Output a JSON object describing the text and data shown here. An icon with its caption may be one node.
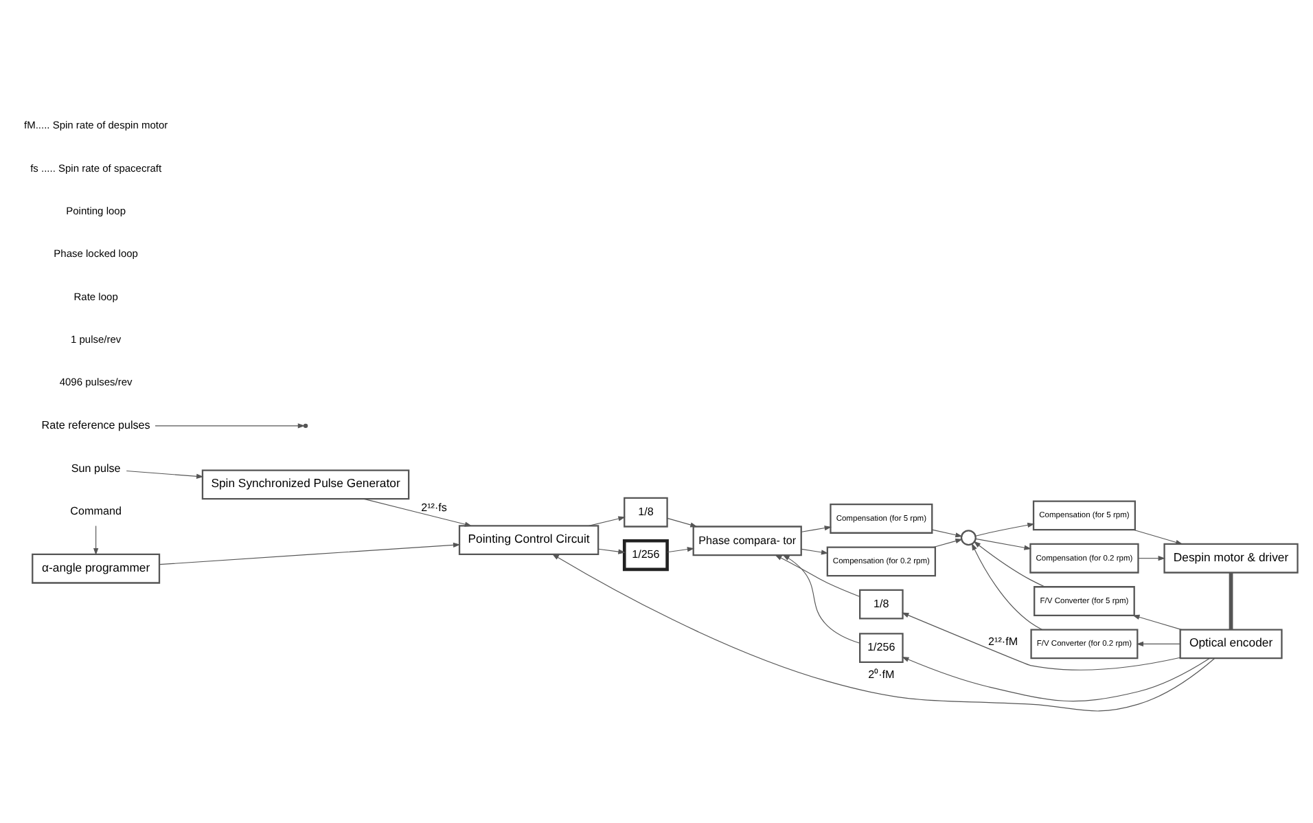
{
  "diagram": {
    "nodes": [
      {
        "text": [
          "Sun pulse"
        ]
      },
      {
        "text": [
          "Spin Synchronized Pulse Generator"
        ]
      },
      {
        "text": [
          "Pointing Control Circuit"
        ]
      },
      {
        "text": [
          "1/8"
        ]
      },
      {
        "text": [
          "1/256"
        ]
      },
      {
        "text": [
          "Phase compara- tor"
        ]
      },
      {
        "text": [
          "Compensation (for 5 rpm)"
        ]
      },
      {
        "text": [
          "Compensation (for 0.2 rpm)"
        ]
      },
      {
        "text": [],
        "shape": "circle"
      },
      {
        "text": [
          "Compensation (for 5 rpm)"
        ]
      },
      {
        "text": [
          "Compensation (for 0.2 rpm)"
        ]
      },
      {
        "text": [
          "Despin motor & driver"
        ]
      },
      {
        "text": [
          "Optical encoder"
        ]
      },
      {
        "text": [
          "F/V Converter (for 5 rpm)"
        ]
      },
      {
        "text": [
          "F/V Converter (for 0.2 rpm)"
        ]
      },
      {
        "text": [
          "1/8"
        ]
      },
      {
        "text": [
          "1/256"
        ]
      },
      {
        "text": [
          "α-angle programmer"
        ]
      },
      {
        "text": [
          "Command"
        ]
      },
      {
        "text": [
          "Rate reference pulses"
        ]
      }
    ],
    "edges": [
      {
        "from": 0,
        "to": 1,
        "arrow": "to"
      },
      {
        "from": 1,
        "to": 2,
        "arrow": "to",
        "label": "2¹²·fs"
      },
      {
        "from": 2,
        "to": 3,
        "arrow": "to"
      },
      {
        "from": 2,
        "to": 4,
        "arrow": "to"
      },
      {
        "from": 3,
        "to": 5,
        "arrow": "to"
      },
      {
        "from": 4,
        "to": 5,
        "arrow": "to"
      },
      {
        "from": 5,
        "to": 6,
        "arrow": "to"
      },
      {
        "from": 5,
        "to": 7,
        "arrow": "to"
      },
      {
        "from": 6,
        "to": 8,
        "arrow": "to"
      },
      {
        "from": 7,
        "to": 8,
        "arrow": "to"
      },
      {
        "from": 8,
        "to": 9,
        "arrow": "to"
      },
      {
        "from": 8,
        "to": 10,
        "arrow": "to"
      },
      {
        "from": 9,
        "to": 11,
        "arrow": "to"
      },
      {
        "from": 10,
        "to": 11,
        "arrow": "to"
      },
      {
        "from": 11,
        "to": 12,
        "arrow": "none",
        "style": "thick"
      },
      {
        "from": 12,
        "to": 13,
        "arrow": "to"
      },
      {
        "from": 12,
        "to": 14,
        "arrow": "to"
      },
      {
        "from": 13,
        "to": 8,
        "arrow": "to"
      },
      {
        "from": 14,
        "to": 8,
        "arrow": "to"
      },
      {
        "from": 12,
        "to": 15,
        "arrow": "to",
        "label": "2¹²·fM"
      },
      {
        "from": 12,
        "to": 16,
        "arrow": "to"
      },
      {
        "from": 15,
        "to": 5,
        "arrow": "to"
      },
      {
        "from": 16,
        "to": 5,
        "arrow": "to"
      },
      {
        "from": 12,
        "to": 2,
        "arrow": "to",
        "label": "2⁰·fM"
      },
      {
        "from": 18,
        "to": 17,
        "arrow": "to"
      },
      {
        "from": 17,
        "to": 2,
        "arrow": "to"
      },
      {
        "from": 19,
        "to": null,
        "arrow": "to"
      }
    ],
    "labels": [
      "4096 pulses/rev",
      "1 pulse/rev",
      "Rate loop",
      "Phase locked loop",
      "Pointing loop",
      "fs ..... Spin rate of spacecraft",
      "fM..... Spin rate of despin motor"
    ]
  }
}
